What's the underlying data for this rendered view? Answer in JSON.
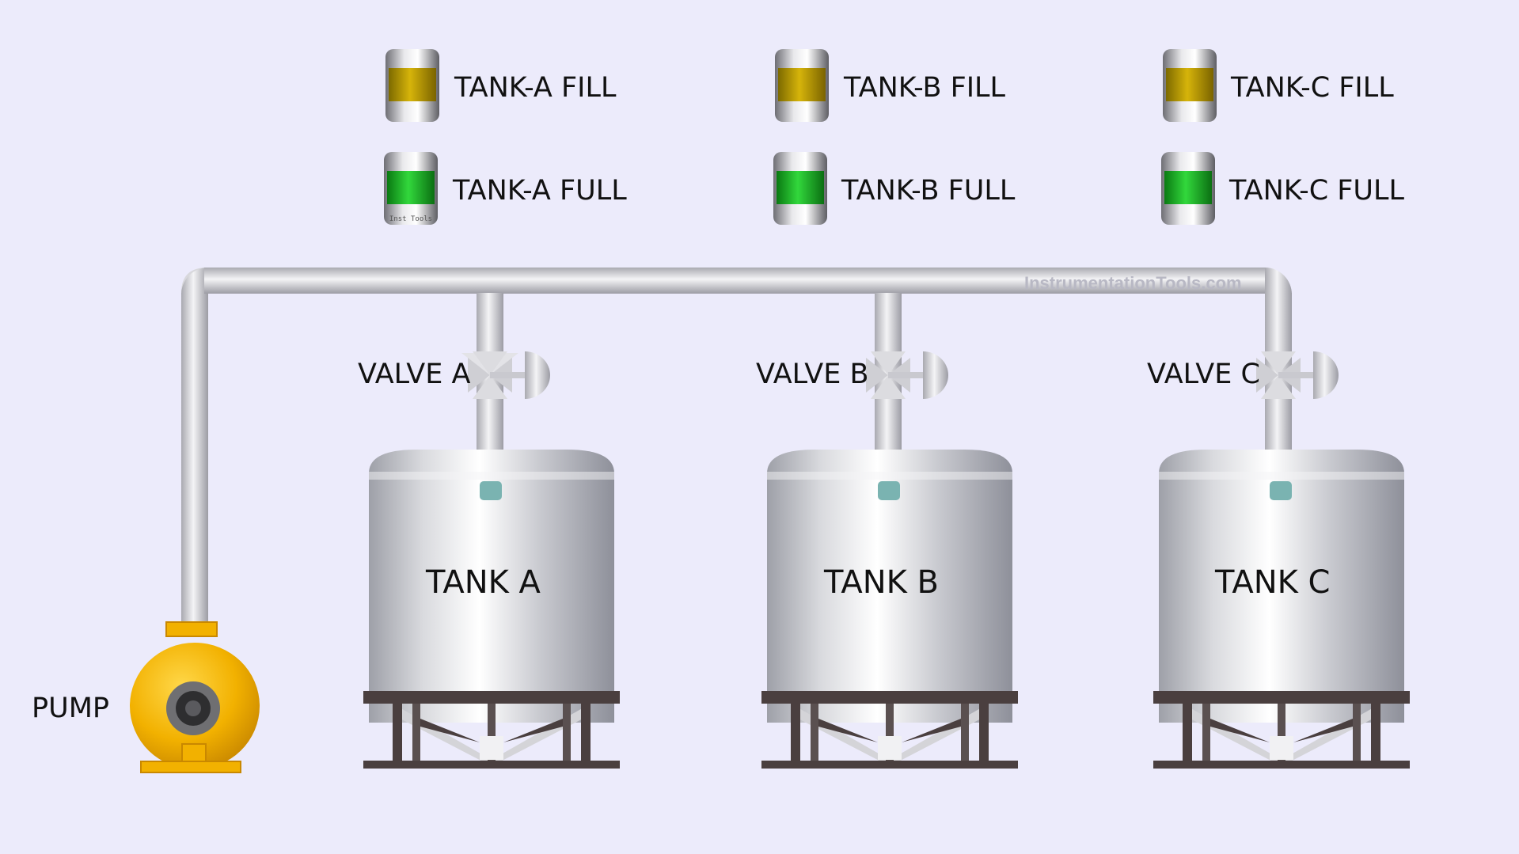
{
  "indicators": [
    {
      "id": "a-fill",
      "label": "TANK-A FILL",
      "color": "#bfa208",
      "state": "fill"
    },
    {
      "id": "a-full",
      "label": "TANK-A FULL",
      "color": "#1fbd27",
      "state": "full"
    },
    {
      "id": "b-fill",
      "label": "TANK-B FILL",
      "color": "#bfa208",
      "state": "fill"
    },
    {
      "id": "b-full",
      "label": "TANK-B FULL",
      "color": "#1fbd27",
      "state": "full"
    },
    {
      "id": "c-fill",
      "label": "TANK-C FILL",
      "color": "#bfa208",
      "state": "fill"
    },
    {
      "id": "c-full",
      "label": "TANK-C FULL",
      "color": "#1fbd27",
      "state": "full"
    }
  ],
  "valves": [
    {
      "label": "VALVE A"
    },
    {
      "label": "VALVE B"
    },
    {
      "label": "VALVE C"
    }
  ],
  "tanks": [
    {
      "label": "TANK A"
    },
    {
      "label": "TANK B"
    },
    {
      "label": "TANK C"
    }
  ],
  "pump": {
    "label": "PUMP",
    "color": "#f2b100"
  },
  "watermark": "InstrumentationTools.com",
  "lamp_stamp": "Inst Tools",
  "colors": {
    "background": "#ecebfb",
    "pipe": "#c9c9cf",
    "tank_body": "#c3c4cc",
    "tank_stand": "#4a3f3f",
    "sensor": "#7ab3b1"
  }
}
